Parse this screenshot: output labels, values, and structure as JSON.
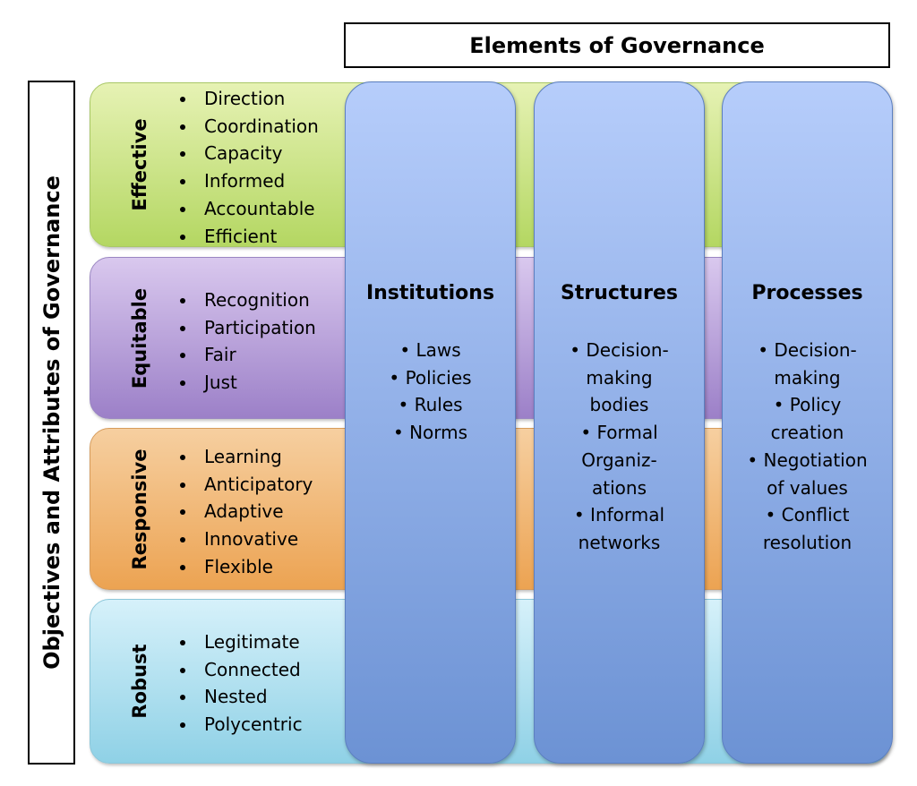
{
  "header": {
    "title": "Elements of Governance"
  },
  "side": {
    "title": "Objectives and Attributes of Governance"
  },
  "rows": [
    {
      "label": "Effective",
      "items": [
        "Direction",
        "Coordination",
        "Capacity",
        "Informed",
        "Accountable",
        "Efficient"
      ]
    },
    {
      "label": "Equitable",
      "items": [
        "Recognition",
        "Participation",
        "Fair",
        "Just"
      ]
    },
    {
      "label": "Responsive",
      "items": [
        "Learning",
        "Anticipatory",
        "Adaptive",
        "Innovative",
        "Flexible"
      ]
    },
    {
      "label": "Robust",
      "items": [
        "Legitimate",
        "Connected",
        "Nested",
        "Polycentric"
      ]
    }
  ],
  "columns": [
    {
      "title": "Institutions",
      "lines": [
        "• Laws",
        "• Policies",
        "• Rules",
        "• Norms"
      ]
    },
    {
      "title": "Structures",
      "lines": [
        "• Decision-",
        "making",
        "bodies",
        "• Formal",
        "Organiz-",
        "ations",
        "• Informal",
        "networks"
      ]
    },
    {
      "title": "Processes",
      "lines": [
        "• Decision-",
        "making",
        "• Policy",
        "creation",
        "• Negotiation",
        "of values",
        "• Conflict",
        "resolution"
      ]
    }
  ]
}
